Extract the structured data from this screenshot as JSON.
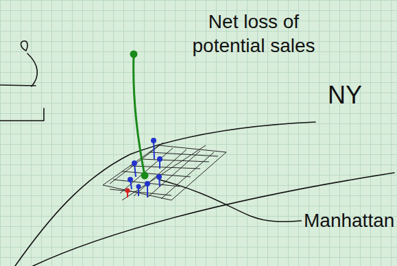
{
  "diagram": {
    "labels": [
      "Net loss of potential sales",
      "NY",
      "Manhattan"
    ]
  }
}
